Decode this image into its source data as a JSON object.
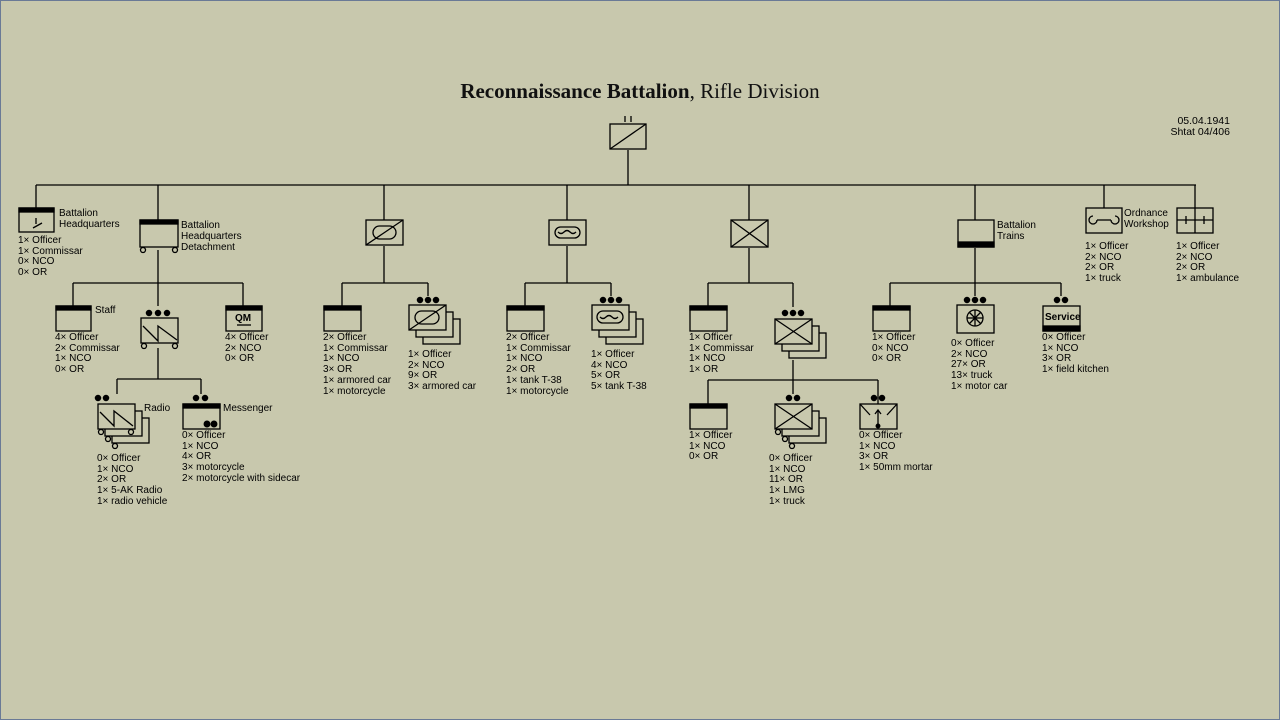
{
  "title": {
    "bold": "Reconnaissance Battalion",
    "rest": ", Rifle Division"
  },
  "date": "05.04.1941",
  "shtat": "Shtat 04/406",
  "hq": {
    "label": [
      "Battalion",
      "Headquarters"
    ],
    "counts": [
      "1× Officer",
      "1× Commissar",
      "0× NCO",
      "0× OR"
    ]
  },
  "hq_det": {
    "label": [
      "Battalion",
      "Headquarters",
      "Detachment"
    ]
  },
  "staff": {
    "label": "Staff",
    "counts": [
      "4× Officer",
      "2× Commissar",
      "1× NCO",
      "0× OR"
    ]
  },
  "qm": {
    "symbol": "QM",
    "counts": [
      "4× Officer",
      "2× NCO",
      "0× OR"
    ]
  },
  "radio": {
    "label": "Radio",
    "counts": [
      "0× Officer",
      "1× NCO",
      "2× OR",
      "1× 5-AK Radio",
      "1× radio vehicle"
    ]
  },
  "messenger": {
    "label": "Messenger",
    "counts": [
      "0× Officer",
      "1× NCO",
      "4× OR",
      "3× motorcycle",
      "2× motorcycle with sidecar"
    ]
  },
  "armored_hq": {
    "counts": [
      "2× Officer",
      "1× Commissar",
      "1× NCO",
      "3× OR",
      "1× armored car",
      "1× motorcycle"
    ]
  },
  "armored_plt": {
    "counts": [
      "1× Officer",
      "2× NCO",
      "9× OR",
      "3× armored car"
    ]
  },
  "tank_hq": {
    "counts": [
      "2× Officer",
      "1× Commissar",
      "1× NCO",
      "2× OR",
      "1× tank T-38",
      "1× motorcycle"
    ]
  },
  "tank_plt": {
    "counts": [
      "1× Officer",
      "4× NCO",
      "5× OR",
      "5× tank T-38"
    ]
  },
  "inf_hq": {
    "counts": [
      "1× Officer",
      "1× Commissar",
      "1× NCO",
      "1× OR"
    ]
  },
  "inf_plt_hq": {
    "counts": [
      "1× Officer",
      "1× NCO",
      "0× OR"
    ]
  },
  "inf_sqd": {
    "counts": [
      "0× Officer",
      "1× NCO",
      "11× OR",
      "1× LMG",
      "1× truck"
    ]
  },
  "mortar": {
    "counts": [
      "0× Officer",
      "1× NCO",
      "3× OR",
      "1× 50mm mortar"
    ]
  },
  "trains": {
    "label": [
      "Battalion",
      "Trains"
    ]
  },
  "trains_hq": {
    "counts": [
      "1× Officer",
      "0× NCO",
      "0× OR"
    ]
  },
  "transport": {
    "counts": [
      "0× Officer",
      "2× NCO",
      "27× OR",
      "13× truck",
      "1× motor car"
    ]
  },
  "service": {
    "symbol": "Service",
    "counts": [
      "0× Officer",
      "1× NCO",
      "3× OR",
      "1× field kitchen"
    ]
  },
  "ordnance": {
    "label": [
      "Ordnance",
      "Workshop"
    ],
    "counts": [
      "1× Officer",
      "2× NCO",
      "2× OR",
      "1× truck"
    ]
  },
  "medical": {
    "counts": [
      "1× Officer",
      "2× NCO",
      "2× OR",
      "1× ambulance"
    ]
  }
}
